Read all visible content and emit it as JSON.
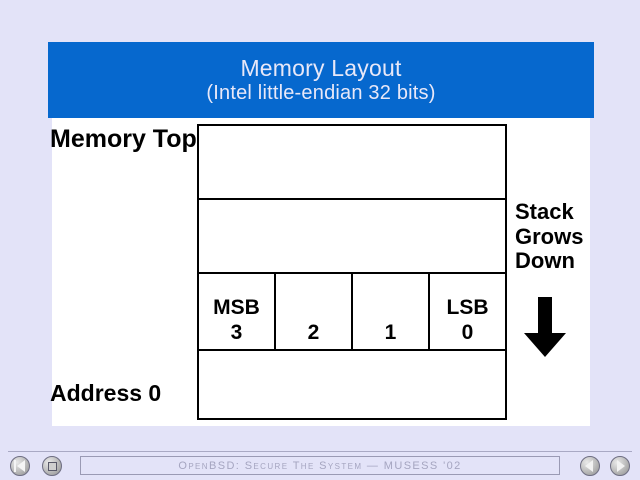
{
  "slide": {
    "title_line1": "Memory Layout",
    "title_line2": "(Intel little-endian 32 bits)",
    "banner_color": "#0668ce",
    "banner_text_color": "#e8e8f8",
    "background_color": "#e3e3f8",
    "panel_color": "#ffffff"
  },
  "labels": {
    "memory_top": "Memory Top",
    "address_zero": "Address 0"
  },
  "stack_note": {
    "line1": "Stack",
    "line2": "Grows",
    "line3": "Down",
    "arrow_direction": "down"
  },
  "memory_table": {
    "rows": [
      {
        "type": "empty",
        "cells": []
      },
      {
        "type": "empty",
        "cells": []
      },
      {
        "type": "bytes",
        "cells": [
          {
            "tag": "MSB",
            "number": "3"
          },
          {
            "tag": "",
            "number": "2"
          },
          {
            "tag": "",
            "number": "1"
          },
          {
            "tag": "LSB",
            "number": "0"
          }
        ]
      },
      {
        "type": "empty",
        "cells": []
      }
    ],
    "border_color": "#000000"
  },
  "footer": {
    "presentation_title": "OpenBSD: Secure The System — MUSESS '02",
    "buttons": [
      {
        "name": "restart",
        "icon": "restart-icon"
      },
      {
        "name": "stop",
        "icon": "stop-square-icon"
      },
      {
        "name": "prev",
        "icon": "arrow-left-icon"
      },
      {
        "name": "next",
        "icon": "arrow-right-icon"
      }
    ]
  }
}
